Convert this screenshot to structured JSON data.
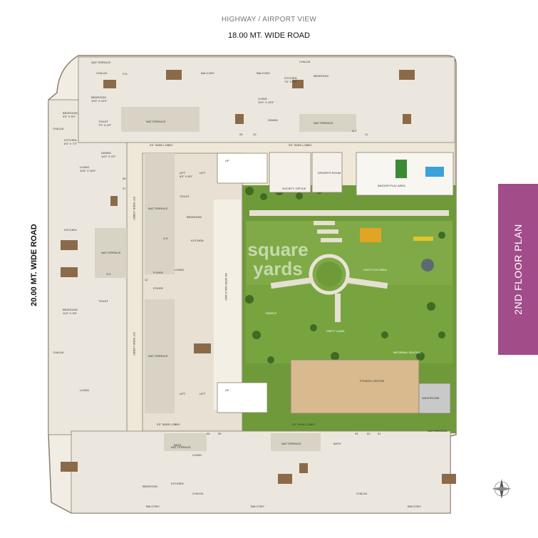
{
  "header": {
    "view_label": "HIGHWAY / AIRPORT VIEW",
    "top_road": "18.00 MT. WIDE ROAD"
  },
  "left_road": "20.00 MT. WIDE ROAD",
  "floor_title": "2ND FLOOR PLAN",
  "watermark": {
    "line1": "square",
    "line2": "yards"
  },
  "amenities": {
    "society_office": "SOCIETY OFFICE",
    "drivers_room": "DRIVER'S ROOM",
    "indoor_play": "INDOOR PLAY AREA",
    "kids_play": "KID'S PLAY AREA",
    "temple": "TEMPLE",
    "party_lawn": "PARTY LAWN",
    "informal_seating": "INFORMAL SEATING",
    "fitness_centre": "FITNESS CENTRE",
    "washroom": "WASHROOM",
    "walkway": "3M WIDE WALK WAY"
  },
  "lobby": {
    "top_left": "5'0\" WIDE LOBBY",
    "top_right": "5'0\" WIDE LOBBY",
    "bottom_left": "5'0\" WIDE LOBBY",
    "bottom_right": "5'0\" WIDE LOBBY",
    "left_vertical": "5'0\" WIDE LOBBY",
    "left_vertical2": "5'0\" WIDE LOBBY"
  },
  "rooms": {
    "nat_terrace": "NAT.TERRACE",
    "nat_terrace_sp": "NAT TERRACE",
    "chajja": "CHAJJA",
    "balcony": "BALCONY",
    "bedroom": "BEDROOM",
    "living": "LIVING",
    "kitchen": "KITCHEN",
    "dining": "DINING",
    "toilet": "TOILET",
    "foyer": "FOYER",
    "lift": "LIFT",
    "bath": "BATH",
    "ss": "S.S",
    "up": "UP",
    "nt": "N.T"
  },
  "units": [
    "09",
    "10",
    "11",
    "12",
    "06",
    "05",
    "03",
    "02",
    "01",
    "07",
    "08"
  ],
  "dims": {
    "bedroom_a": "10'0\" X 12'0\"",
    "bedroom_b": "9'0\" X 9'0\"",
    "bedroom_c": "11'0\" X 9'6\"",
    "living_a": "10'6\" X 15'0\"",
    "living_b": "10'0\" X 15'0\"",
    "kitchen_a": "7'0\" X 9'0\"",
    "kitchen_b": "8'0\" X 7'0\"",
    "toilet_a": "7'0\" X 4'0\"",
    "dining_a": "10'0\" X 3'0\"",
    "lift_a": "6'0\" X 6'0\""
  }
}
